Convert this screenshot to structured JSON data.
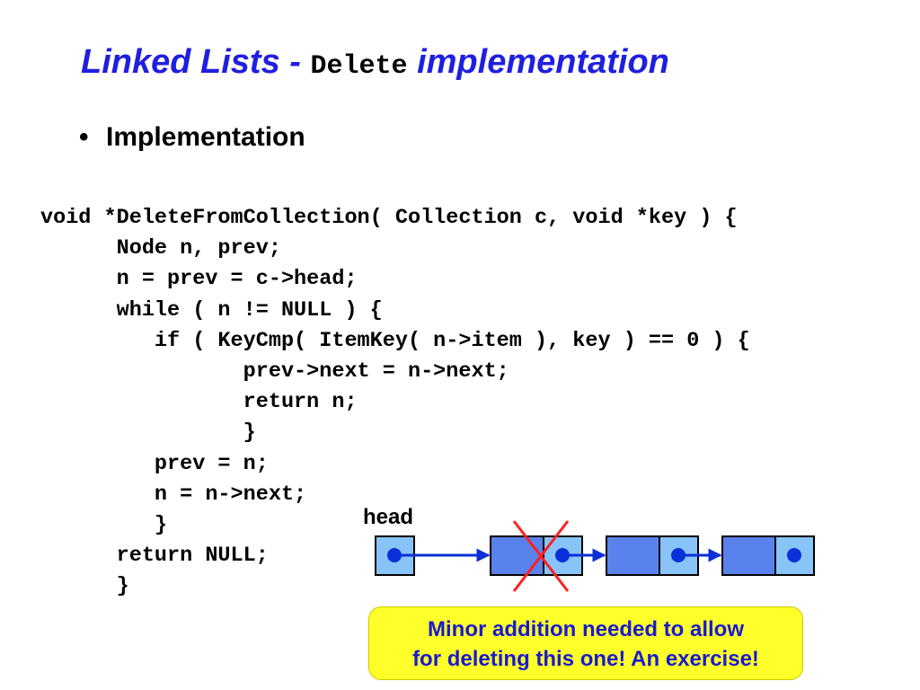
{
  "slide": {
    "title_part1": "Linked Lists - ",
    "title_code": "Delete",
    "title_part2": " implementation",
    "bullet_symbol": "•",
    "bullet_text": "Implementation",
    "code_lines": [
      "void *DeleteFromCollection( Collection c, void *key ) {",
      "      Node n, prev;",
      "      n = prev = c->head;",
      "      while ( n != NULL ) {",
      "         if ( KeyCmp( ItemKey( n->item ), key ) == 0 ) {",
      "                prev->next = n->next;",
      "                return n;",
      "                }",
      "         prev = n;",
      "         n = n->next;",
      "         }",
      "      return NULL;",
      "      }"
    ]
  },
  "diagram": {
    "head_label": "head",
    "node_count": 3,
    "colors": {
      "head_box": "#88c4f8",
      "data_cell": "#5a82ec",
      "next_cell": "#88c4f8",
      "pointer": "#0b2fd8",
      "cross": "#ff2020"
    }
  },
  "note": {
    "line1": "Minor addition needed to allow",
    "line2": "for deleting this one! An exercise!",
    "bg_color": "#ffff2a",
    "text_color": "#1a1ad0"
  }
}
